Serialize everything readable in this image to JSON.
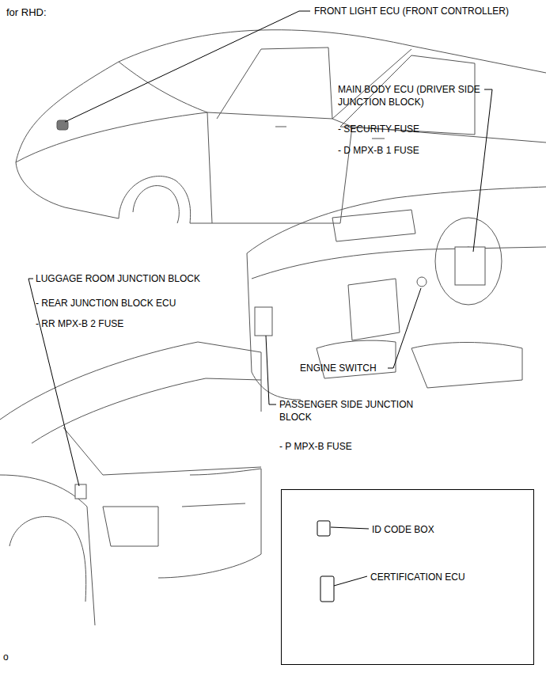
{
  "diagram": {
    "title": "for RHD:",
    "nodes": [
      {
        "text": [
          "ID CODE BOX",
          "CERTIFICATION ECU"
        ]
      }
    ],
    "labels": [
      "FRONT LIGHT ECU (FRONT CONTROLLER)",
      "MAIN BODY ECU (DRIVER SIDE JUNCTION BLOCK)",
      "- SECURITY FUSE",
      "- D MPX-B 1 FUSE",
      "LUGGAGE ROOM JUNCTION BLOCK",
      "- REAR JUNCTION BLOCK ECU",
      "- RR MPX-B 2 FUSE",
      "ENGINE SWITCH",
      "PASSENGER SIDE JUNCTION BLOCK",
      "- P MPX-B FUSE",
      "o"
    ]
  }
}
